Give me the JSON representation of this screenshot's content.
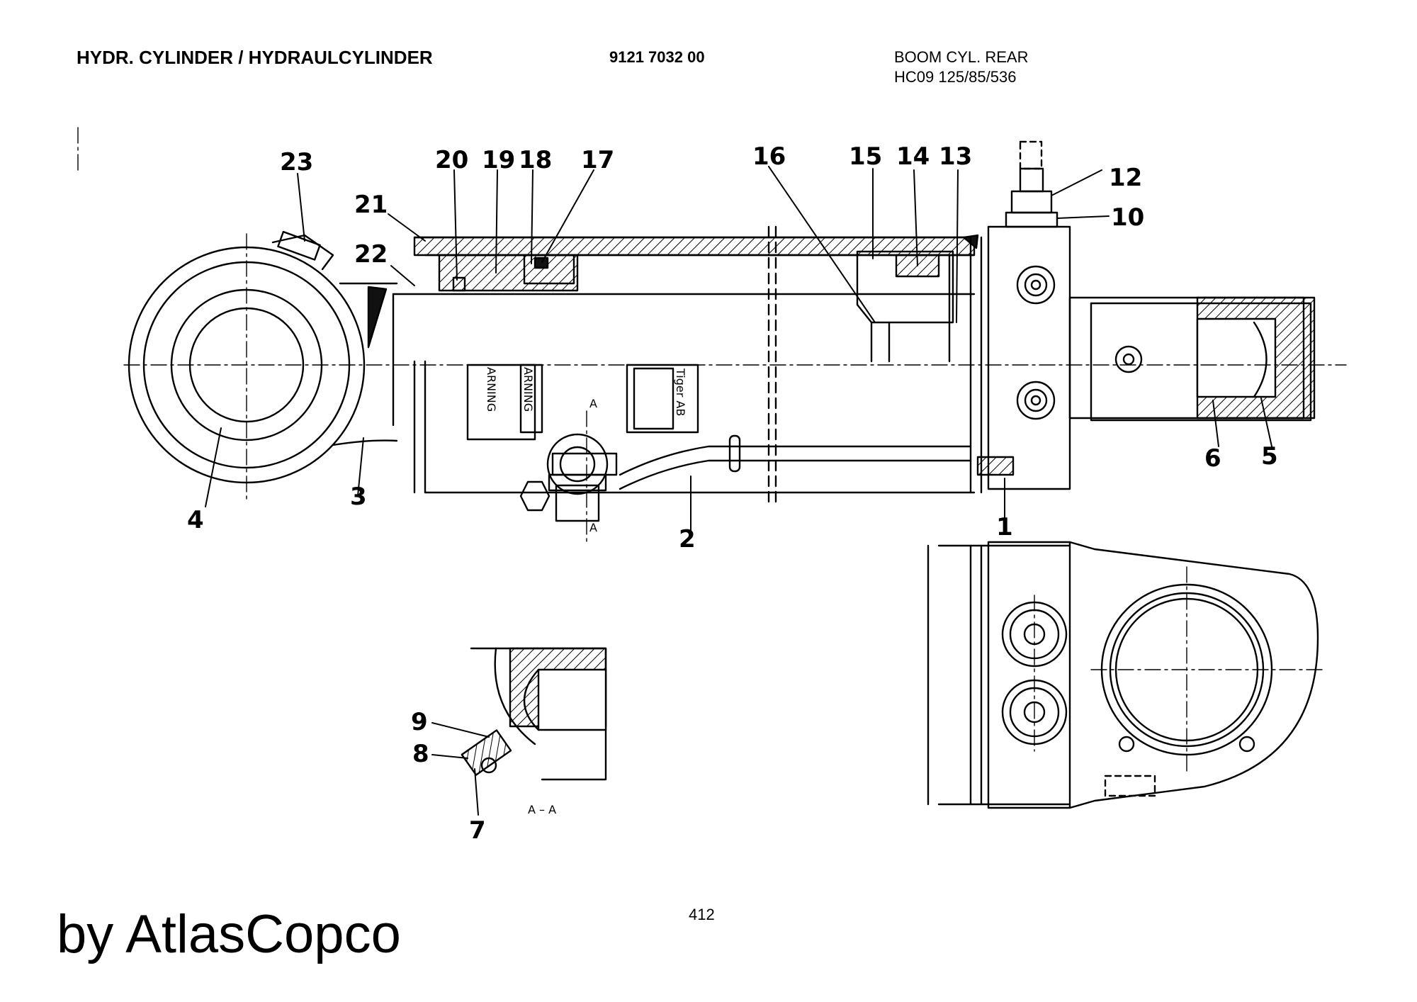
{
  "header": {
    "title": "HYDR. CYLINDER / HYDRAULCYLINDER",
    "part_number": "9121 7032 00",
    "description_line1": "BOOM CYL. REAR",
    "description_line2": "HC09 125/85/536"
  },
  "footer": {
    "page_number": "412",
    "brand": "by AtlasCopco"
  },
  "callouts": [
    "1",
    "2",
    "3",
    "4",
    "5",
    "6",
    "7",
    "8",
    "9",
    "10",
    "12",
    "13",
    "14",
    "15",
    "16",
    "17",
    "18",
    "19",
    "20",
    "21",
    "22",
    "23"
  ],
  "section_marks": {
    "marker": "A",
    "section_label": "A – A"
  },
  "label_texts": [
    "ARNING",
    "ARNING",
    "Tiger AB"
  ]
}
